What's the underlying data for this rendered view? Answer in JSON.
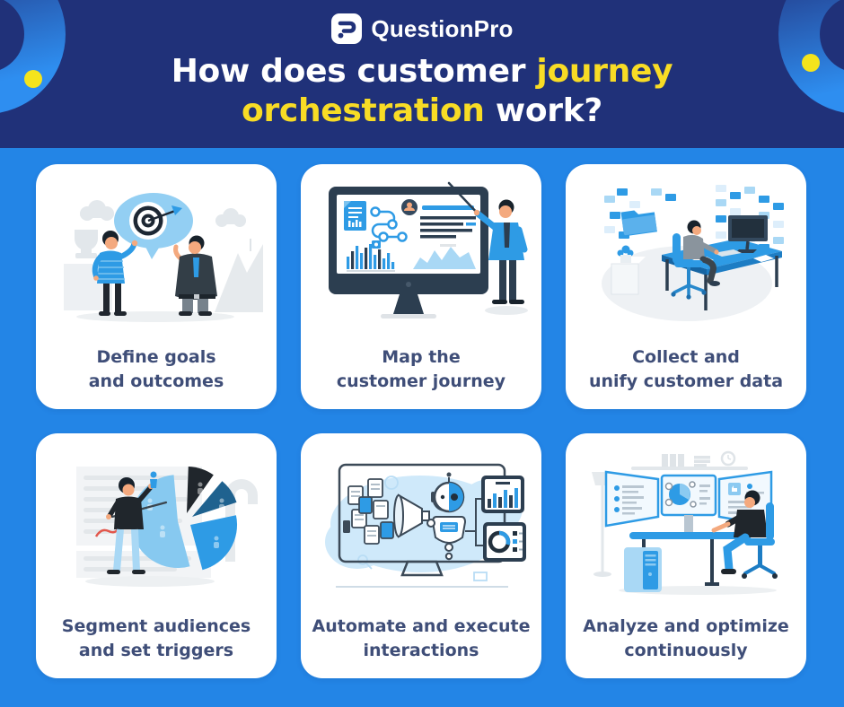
{
  "header": {
    "logo": {
      "brand": "QuestionPro",
      "icon": "questionpro-mark-icon"
    },
    "title": {
      "seg1": "How does customer ",
      "seg2": "journey",
      "seg3": "orchestration",
      "seg4": " work?"
    },
    "decor": {
      "left_corner": "blue-arc-shape",
      "right_corner": "blue-arc-shape",
      "dots": "yellow-dot"
    }
  },
  "cards": [
    {
      "line1": "Define goals",
      "line2": "and outcomes",
      "illustration": "two-people-discussing-target-goal"
    },
    {
      "line1": "Map the",
      "line2": "customer journey",
      "illustration": "presenter-with-journey-map-monitor"
    },
    {
      "line1": "Collect and",
      "line2": "unify customer data",
      "illustration": "person-at-desk-collecting-data-cards"
    },
    {
      "line1": "Segment audiences",
      "line2": "and set triggers",
      "illustration": "man-with-audience-pie-chart"
    },
    {
      "line1": "Automate and execute",
      "line2": "interactions",
      "illustration": "robot-funnel-documents-dashboards"
    },
    {
      "line1": "Analyze and optimize",
      "line2": "continuously",
      "illustration": "analyst-at-multi-monitor-station"
    }
  ],
  "colors": {
    "header_navy": "#203179",
    "body_blue": "#2385e6",
    "accent_yellow": "#f8dc25",
    "dot_yellow": "#f4e41c",
    "card_label": "#3f4e78",
    "illustration_blue": "#2e9be5",
    "illustration_light_blue": "#a9d8f5",
    "illustration_dark": "#2c3e50"
  }
}
